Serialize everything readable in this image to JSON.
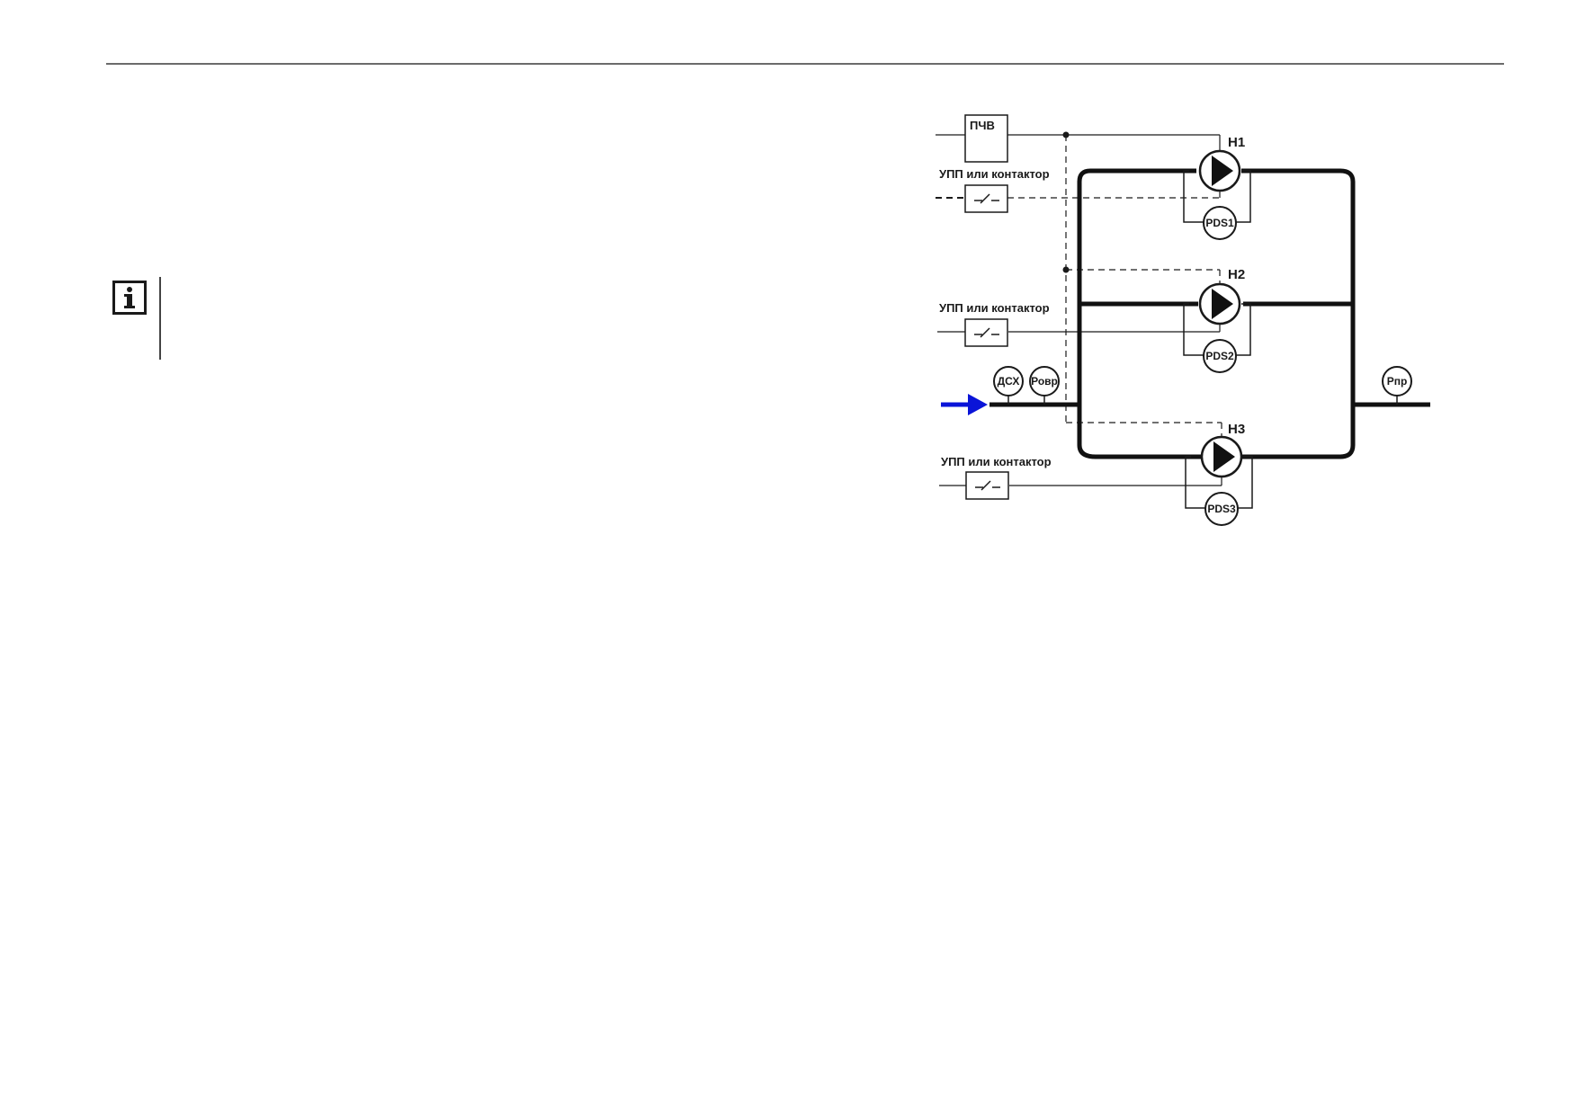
{
  "diagram": {
    "inverter_label": "ПЧВ",
    "softstarter_labels": [
      "УПП или контактор",
      "УПП или контактор",
      "УПП или контактор"
    ],
    "pumps": [
      {
        "label": "Н1",
        "sensor": "PDS1"
      },
      {
        "label": "Н2",
        "sensor": "PDS2"
      },
      {
        "label": "Н3",
        "sensor": "PDS3"
      }
    ],
    "inlet_sensors": [
      "ДСХ",
      "Ровр"
    ],
    "outlet_sensor": "Рпр",
    "colors": {
      "flow_arrow": "#0a14d8",
      "lines": "#1a1a1a"
    }
  },
  "info_icon": "info-icon"
}
